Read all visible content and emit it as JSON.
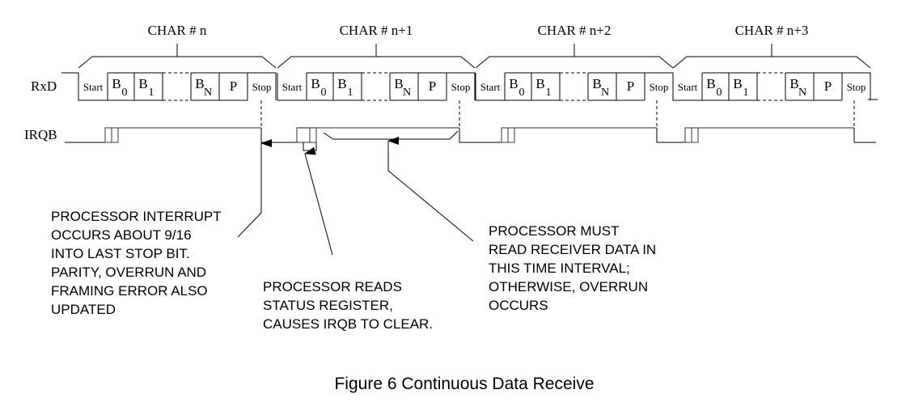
{
  "figure": {
    "caption": "Figure 6 Continuous Data Receive"
  },
  "signals": {
    "rxd": "RxD",
    "irqb": "IRQB"
  },
  "characters": [
    {
      "label": "CHAR # n"
    },
    {
      "label": "CHAR # n+1"
    },
    {
      "label": "CHAR # n+2"
    },
    {
      "label": "CHAR # n+3"
    }
  ],
  "frame_fields": {
    "start": "Start",
    "b0": "B",
    "b0_sub": "0",
    "b1": "B",
    "b1_sub": "1",
    "bn": "B",
    "bn_sub": "N",
    "parity": "P",
    "stop": "Stop"
  },
  "annotations": [
    {
      "id": "interrupt",
      "lines": [
        "PROCESSOR INTERRUPT",
        "OCCURS ABOUT 9/16",
        "INTO LAST STOP BIT.",
        "PARITY, OVERRUN AND",
        "FRAMING ERROR ALSO",
        "UPDATED"
      ]
    },
    {
      "id": "read-status",
      "lines": [
        "PROCESSOR  READS",
        "STATUS REGISTER,",
        "CAUSES IRQB TO CLEAR."
      ]
    },
    {
      "id": "read-data",
      "lines": [
        "PROCESSOR  MUST",
        "READ RECEIVER DATA IN",
        "THIS TIME INTERVAL;",
        "OTHERWISE, OVERRUN",
        "OCCURS"
      ]
    }
  ]
}
